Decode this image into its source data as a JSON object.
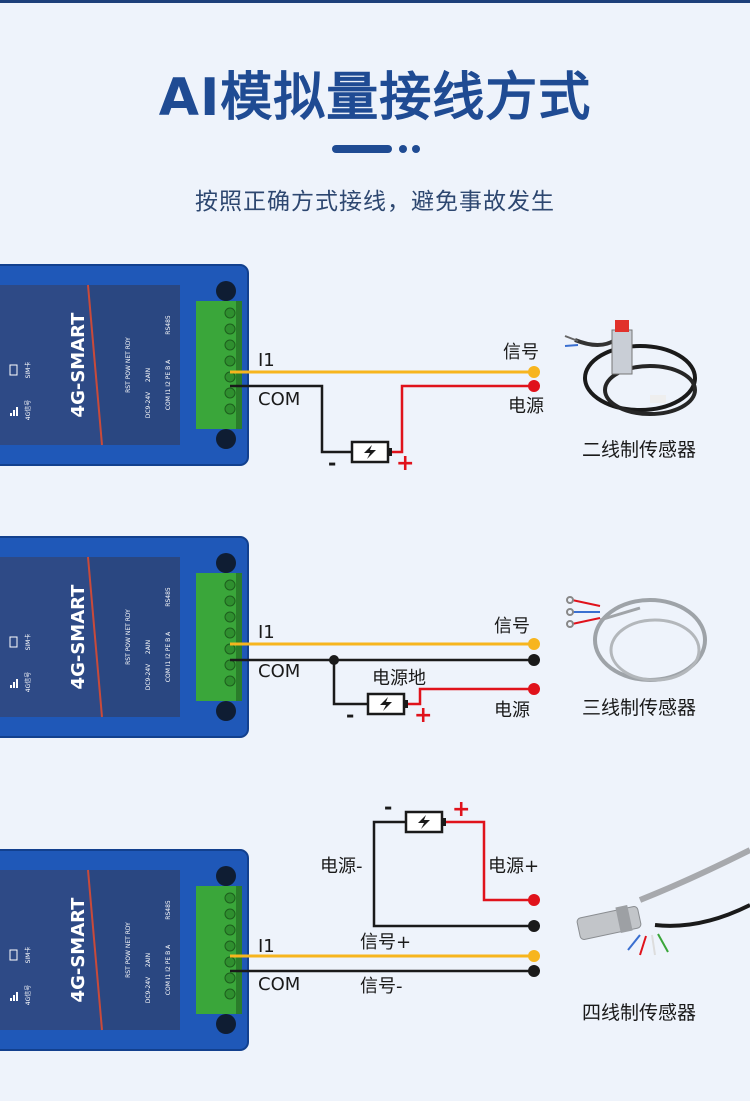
{
  "header": {
    "title": "AI模拟量接线方式",
    "subtitle": "按照正确方式接线，避免事故发生"
  },
  "device": {
    "model": "4G-SMART",
    "leds": "RST POW NET RDY",
    "rs485": "RS485",
    "terminals": "COM I1 I2 PE B A",
    "power": "DC9-24V",
    "ain": "2AIN",
    "signal": "4G信号",
    "card": "SIM卡"
  },
  "colors": {
    "device_blue": "#1f58b8",
    "terminal_green": "#3aa63a",
    "signal_wire": "#f7b51e",
    "power_wire": "#e0121b",
    "com_wire": "#1a1a1a"
  },
  "sections": [
    {
      "terminal_label": "I1",
      "com_label": "COM",
      "signal_label": "信号",
      "power_label": "电源",
      "minus": "-",
      "plus": "+",
      "sensor_label": "二线制传感器"
    },
    {
      "terminal_label": "I1",
      "com_label": "COM",
      "signal_label": "信号",
      "ground_label": "电源地",
      "power_label": "电源",
      "minus": "-",
      "plus": "+",
      "sensor_label": "三线制传感器"
    },
    {
      "terminal_label": "I1",
      "com_label": "COM",
      "power_minus_label": "电源-",
      "power_plus_label": "电源+",
      "signal_plus_label": "信号+",
      "signal_minus_label": "信号-",
      "minus": "-",
      "plus": "+",
      "sensor_label": "四线制传感器"
    }
  ]
}
